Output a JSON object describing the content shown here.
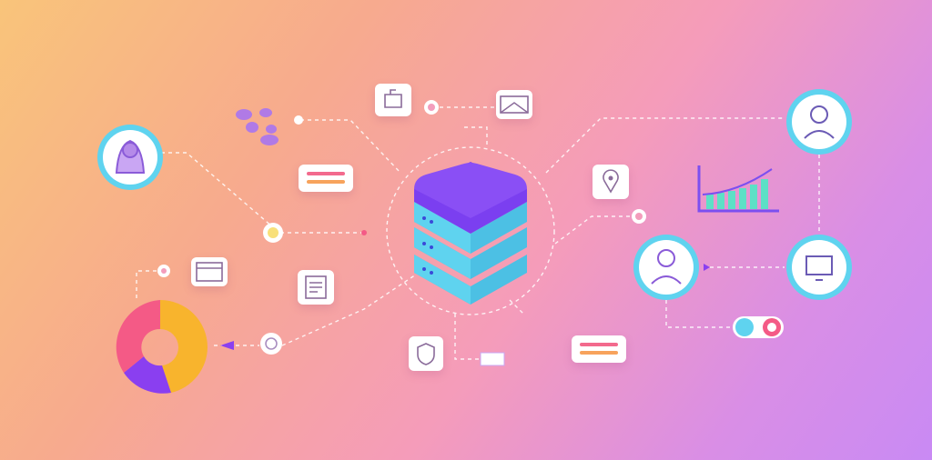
{
  "illustration": {
    "theme_colors": {
      "server_top": "#7b3ff0",
      "server_body": "#5fd3ef",
      "ring": "#5fd3ef",
      "bar_accent_a": "#f36a8d",
      "bar_accent_b": "#f7a35c",
      "donut_pink": "#f45a86",
      "donut_orange": "#f8b42d",
      "donut_purple": "#8a3ff0",
      "chart_bars": "#5de0c6"
    },
    "nodes": [
      {
        "name": "server",
        "icon": "database-server-icon"
      },
      {
        "name": "person-left",
        "icon": "user-avatar-icon"
      },
      {
        "name": "person-top-right",
        "icon": "user-avatar-icon"
      },
      {
        "name": "person-mid-right",
        "icon": "user-avatar-icon"
      },
      {
        "name": "device-right",
        "icon": "monitor-icon"
      },
      {
        "name": "donut-chart",
        "icon": "donut-chart-icon"
      },
      {
        "name": "growth-chart",
        "icon": "bar-chart-icon"
      }
    ]
  }
}
